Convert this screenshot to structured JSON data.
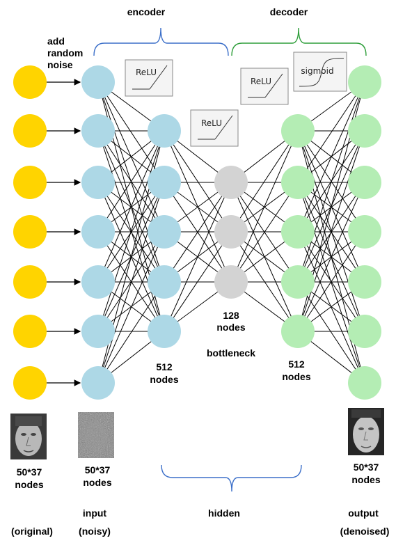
{
  "top": {
    "encoder": "encoder",
    "decoder": "decoder",
    "add_noise": [
      "add",
      "random",
      "noise"
    ]
  },
  "activations": {
    "enc1": "ReLU",
    "enc2": "ReLU",
    "dec1": "ReLU",
    "dec2": "sigmoid"
  },
  "layers": {
    "original": {
      "count": 7,
      "color": "#ffd400"
    },
    "input": {
      "count": 7,
      "color": "#add8e6"
    },
    "enc_hidden": {
      "count": 5,
      "color": "#add8e6",
      "label": [
        "512",
        "nodes"
      ]
    },
    "bottleneck": {
      "count": 3,
      "color": "#d3d3d3",
      "label": [
        "128",
        "nodes"
      ],
      "name": "bottleneck"
    },
    "dec_hidden": {
      "count": 5,
      "color": "#b4edb4",
      "label": [
        "512",
        "nodes"
      ]
    },
    "output": {
      "count": 7,
      "color": "#b4edb4"
    }
  },
  "images": {
    "original": [
      "50*37",
      "nodes"
    ],
    "noisy": [
      "50*37",
      "nodes"
    ],
    "denoised": [
      "50*37",
      "nodes"
    ]
  },
  "bottom": {
    "input": "input",
    "hidden": "hidden",
    "output": "output",
    "original": "(original)",
    "noisy": "(noisy)",
    "denoised": "(denoised)"
  },
  "colors": {
    "encoder_brace": "#3b6fc9",
    "decoder_brace": "#2e9e3a",
    "hidden_brace": "#3b6fc9"
  }
}
